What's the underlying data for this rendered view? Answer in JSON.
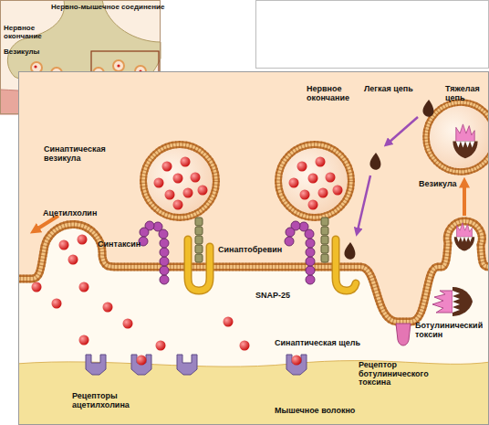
{
  "diagram": {
    "nodes": [
      {
        "text": [
          "Нервно-мышечное соединение",
          "Нервное окончание",
          "Везикулы",
          "Мышечное волокно"
        ]
      },
      {
        "text": [
          "Нервное окончание",
          "Легкая цепь",
          "Тяжелая цепь",
          "Синаптическая везикула",
          "Везикула",
          "Ацетилхолин",
          "Синтаксин",
          "Синаптобревин",
          "SNAP-25",
          "Синаптическая щель",
          "Рецептор ботулинического токсина",
          "Ботулинический токсин",
          "Рецепторы ацетилхолина",
          "Мышечное волокно"
        ]
      }
    ]
  }
}
